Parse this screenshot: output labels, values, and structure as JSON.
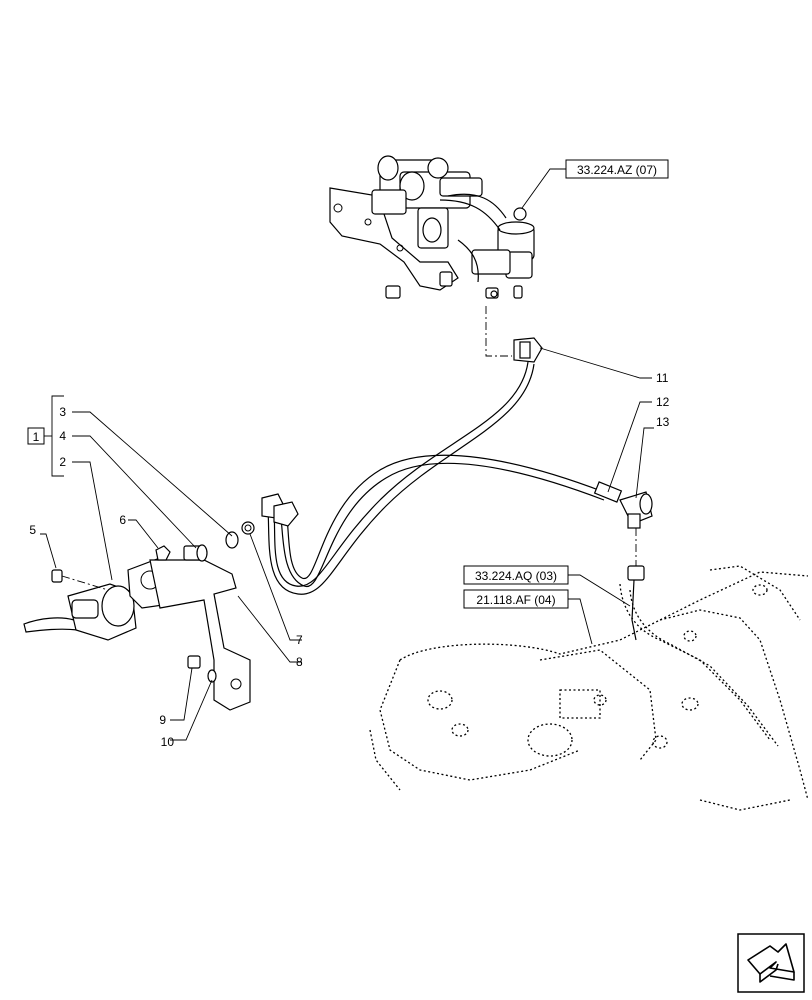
{
  "references": [
    {
      "id": "ref-33-224-az-07",
      "text": "33.224.AZ (07)"
    },
    {
      "id": "ref-33-224-aq-03",
      "text": "33.224.AQ (03)"
    },
    {
      "id": "ref-21-118-af-04",
      "text": "21.118.AF (04)"
    }
  ],
  "group_label": "1",
  "callouts": [
    "1",
    "2",
    "3",
    "4",
    "5",
    "6",
    "7",
    "8",
    "9",
    "10",
    "11",
    "12",
    "13"
  ],
  "nav_icon": "next-page-arrow-icon"
}
